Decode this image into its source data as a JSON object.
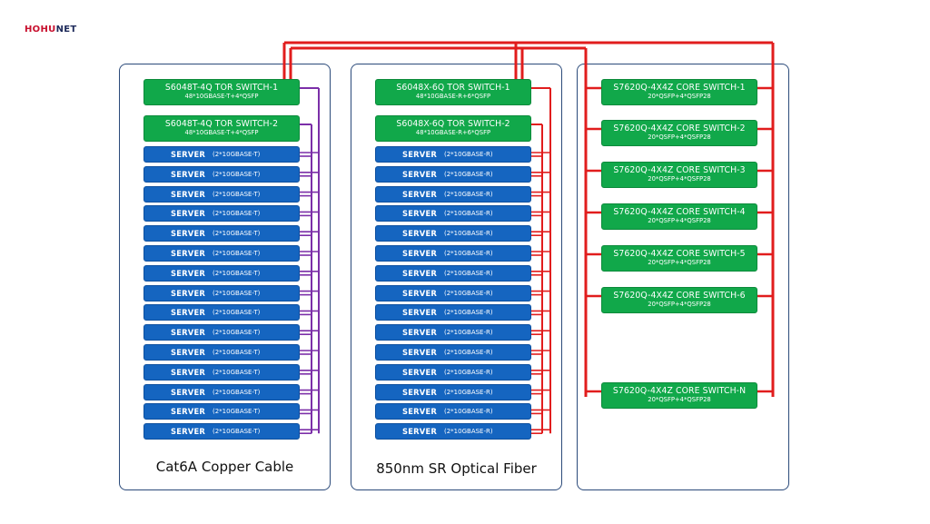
{
  "brand": {
    "logo_part1": "HOHU",
    "logo_part2": "NET"
  },
  "colors": {
    "copper_cable": "#7b2fa8",
    "optical_fiber": "#e11d1d",
    "core_link": "#e11d1d",
    "switch": "#11a84a",
    "server": "#1565c0"
  },
  "copper_panel": {
    "caption": "Cat6A Copper Cable",
    "switches": [
      {
        "name": "S6048T-4Q TOR SWITCH-1",
        "ports": "48*10GBASE-T+4*QSFP"
      },
      {
        "name": "S6048T-4Q TOR SWITCH-2",
        "ports": "48*10GBASE-T+4*QSFP"
      }
    ],
    "servers": [
      {
        "label": "SERVER",
        "ports": "(2*10GBASE-T)"
      },
      {
        "label": "SERVER",
        "ports": "(2*10GBASE-T)"
      },
      {
        "label": "SERVER",
        "ports": "(2*10GBASE-T)"
      },
      {
        "label": "SERVER",
        "ports": "(2*10GBASE-T)"
      },
      {
        "label": "SERVER",
        "ports": "(2*10GBASE-T)"
      },
      {
        "label": "SERVER",
        "ports": "(2*10GBASE-T)"
      },
      {
        "label": "SERVER",
        "ports": "(2*10GBASE-T)"
      },
      {
        "label": "SERVER",
        "ports": "(2*10GBASE-T)"
      },
      {
        "label": "SERVER",
        "ports": "(2*10GBASE-T)"
      },
      {
        "label": "SERVER",
        "ports": "(2*10GBASE-T)"
      },
      {
        "label": "SERVER",
        "ports": "(2*10GBASE-T)"
      },
      {
        "label": "SERVER",
        "ports": "(2*10GBASE-T)"
      },
      {
        "label": "SERVER",
        "ports": "(2*10GBASE-T)"
      },
      {
        "label": "SERVER",
        "ports": "(2*10GBASE-T)"
      },
      {
        "label": "SERVER",
        "ports": "(2*10GBASE-T)"
      }
    ]
  },
  "fiber_panel": {
    "caption": "850nm SR Optical Fiber",
    "switches": [
      {
        "name": "S6048X-6Q TOR SWITCH-1",
        "ports": "48*10GBASE-R+6*QSFP"
      },
      {
        "name": "S6048X-6Q TOR SWITCH-2",
        "ports": "48*10GBASE-R+6*QSFP"
      }
    ],
    "servers": [
      {
        "label": "SERVER",
        "ports": "(2*10GBASE-R)"
      },
      {
        "label": "SERVER",
        "ports": "(2*10GBASE-R)"
      },
      {
        "label": "SERVER",
        "ports": "(2*10GBASE-R)"
      },
      {
        "label": "SERVER",
        "ports": "(2*10GBASE-R)"
      },
      {
        "label": "SERVER",
        "ports": "(2*10GBASE-R)"
      },
      {
        "label": "SERVER",
        "ports": "(2*10GBASE-R)"
      },
      {
        "label": "SERVER",
        "ports": "(2*10GBASE-R)"
      },
      {
        "label": "SERVER",
        "ports": "(2*10GBASE-R)"
      },
      {
        "label": "SERVER",
        "ports": "(2*10GBASE-R)"
      },
      {
        "label": "SERVER",
        "ports": "(2*10GBASE-R)"
      },
      {
        "label": "SERVER",
        "ports": "(2*10GBASE-R)"
      },
      {
        "label": "SERVER",
        "ports": "(2*10GBASE-R)"
      },
      {
        "label": "SERVER",
        "ports": "(2*10GBASE-R)"
      },
      {
        "label": "SERVER",
        "ports": "(2*10GBASE-R)"
      },
      {
        "label": "SERVER",
        "ports": "(2*10GBASE-R)"
      }
    ]
  },
  "core_panel": {
    "switches": [
      {
        "name": "S7620Q-4X4Z CORE SWITCH-1",
        "ports": "20*QSFP+4*QSFP28"
      },
      {
        "name": "S7620Q-4X4Z CORE SWITCH-2",
        "ports": "20*QSFP+4*QSFP28"
      },
      {
        "name": "S7620Q-4X4Z CORE SWITCH-3",
        "ports": "20*QSFP+4*QSFP28"
      },
      {
        "name": "S7620Q-4X4Z CORE SWITCH-4",
        "ports": "20*QSFP+4*QSFP28"
      },
      {
        "name": "S7620Q-4X4Z CORE SWITCH-5",
        "ports": "20*QSFP+4*QSFP28"
      },
      {
        "name": "S7620Q-4X4Z CORE SWITCH-6",
        "ports": "20*QSFP+4*QSFP28"
      },
      {
        "name": "S7620Q-4X4Z CORE SWITCH-N",
        "ports": "20*QSFP+4*QSFP28"
      }
    ]
  }
}
